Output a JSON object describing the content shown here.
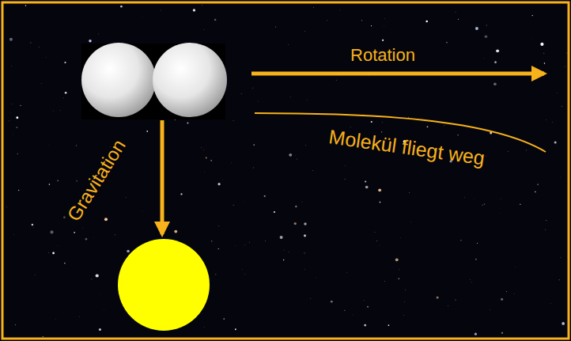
{
  "diagram": {
    "labels": [
      "Rotation",
      "Molekül fliegt weg",
      "Gravitation"
    ]
  }
}
